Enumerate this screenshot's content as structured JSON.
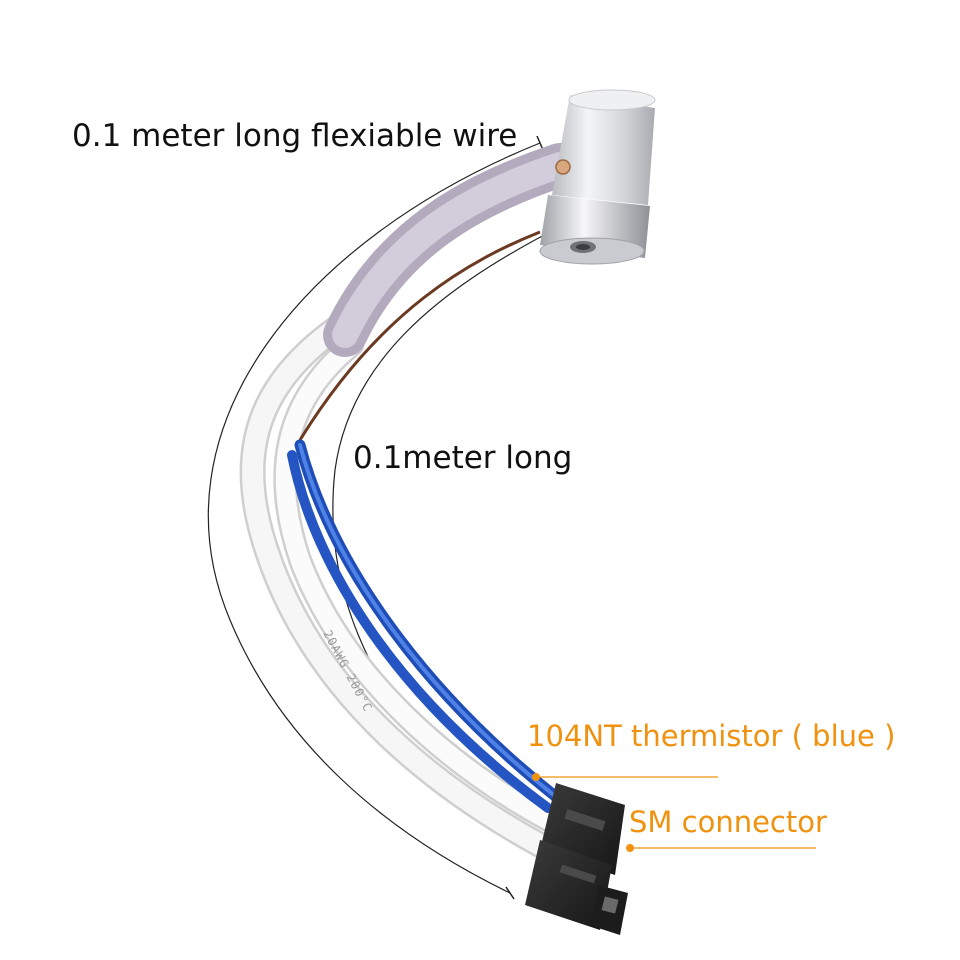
{
  "labels": {
    "flexible_wire": "0.1 meter long flexiable wire",
    "wire_length": "0.1meter long",
    "thermistor": "104NT thermistor ( blue )",
    "connector": "SM connector",
    "wire_print": "20AWG 200°C"
  },
  "colors": {
    "callout": "#f0920f",
    "text": "#111111",
    "thermistor_wire": "#2e5fc9",
    "power_wire": "#f2f2f2",
    "sleeve": "#c9c2d3",
    "connector_body": "#2a2a2a",
    "heater_body": "#d9dade"
  },
  "icons": {
    "heater_cartridge": "aluminium-heater-block-icon",
    "connector": "sm-plug-icon"
  }
}
